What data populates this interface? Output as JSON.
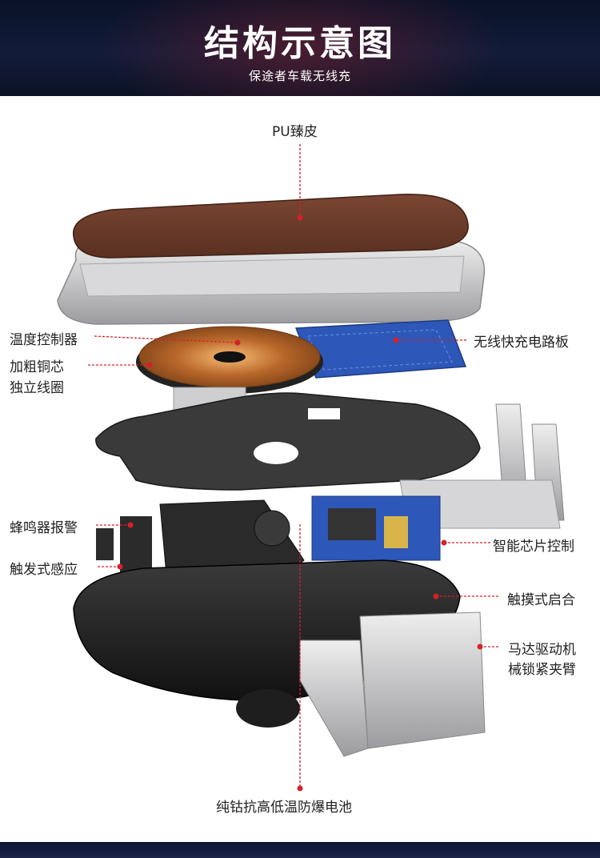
{
  "header": {
    "title": "结构示意图",
    "subtitle": "保途者车载无线充"
  },
  "labels": {
    "pu_leather": "PU臻皮",
    "temp_controller": "温度控制器",
    "copper_coil_line1": "加粗铜芯",
    "copper_coil_line2": "独立线圈",
    "wireless_board": "无线快充电路板",
    "buzzer_alarm": "蜂鸣器报警",
    "trigger_sensor": "触发式感应",
    "smart_chip": "智能芯片控制",
    "touch_start": "触摸式启合",
    "motor_arm_line1": "马达驱动机",
    "motor_arm_line2": "械锁紧夹臂",
    "battery": "纯钴抗高低温防爆电池"
  },
  "colors": {
    "header_bg": "#0e1733",
    "leader_line": "#d6202a",
    "leather": "#6e3f2c",
    "coil": "#c77a3a",
    "pcb": "#2d57b8",
    "silver": "#c9c9cc",
    "plate": "#3a3a3a"
  }
}
